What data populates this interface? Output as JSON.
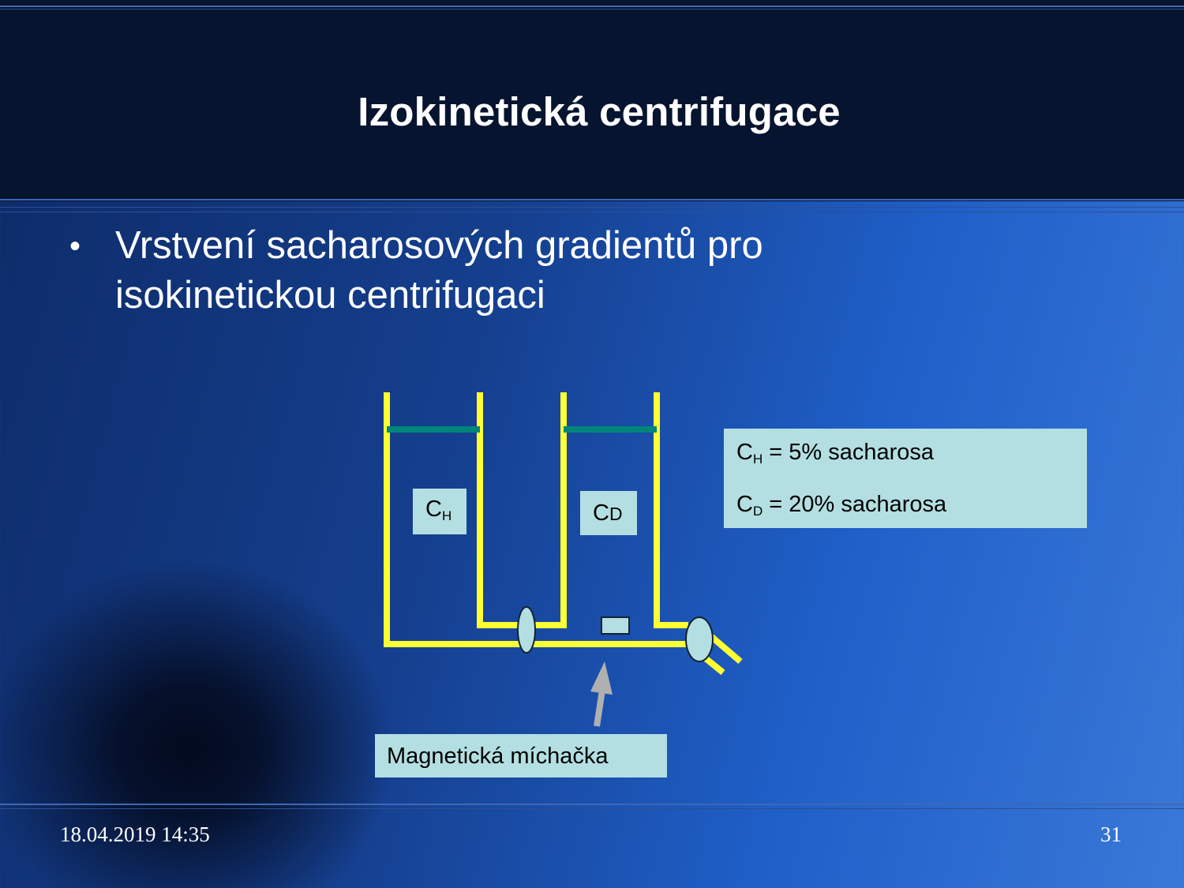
{
  "slide": {
    "title": "Izokinetická centrifugace",
    "bullet_marker": "•",
    "bullet_line1": "Vrstvení  sacharosových gradientů pro",
    "bullet_line2": "isokinetickou centrifugaci"
  },
  "diagram": {
    "chamber_light": {
      "letter": "C",
      "sub": "H"
    },
    "chamber_heavy": {
      "letter": "C",
      "sub": "D"
    },
    "legend": {
      "line1_letter": "C",
      "line1_sub": "H",
      "line1_rest": " = 5% sacharosa",
      "line2_letter": "C",
      "line2_sub": "D",
      "line2_rest": " = 20% sacharosa"
    },
    "caption": "Magnetická míchačka",
    "colors": {
      "tube": "#ffff33",
      "liquid_level": "#00857a",
      "label_box": "#b4dfe2",
      "arrow": "#b0b0b0"
    }
  },
  "footer": {
    "date": "18.04.2019 14:35",
    "page": "31"
  }
}
